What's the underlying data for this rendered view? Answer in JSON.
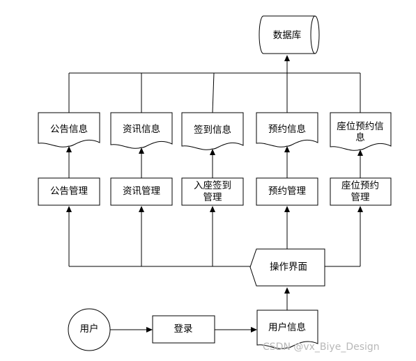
{
  "nodes": {
    "database": "数据库",
    "notice_info": "公告信息",
    "news_info": "资讯信息",
    "checkin_info": "签到信息",
    "booking_info": "预约信息",
    "seat_booking_info": [
      "座位预约信",
      "息"
    ],
    "notice_mgmt": "公告管理",
    "news_mgmt": "资讯管理",
    "checkin_mgmt": [
      "入座签到",
      "管理"
    ],
    "booking_mgmt": "预约管理",
    "seat_booking_mgmt": [
      "座位预约",
      "管理"
    ],
    "operation_ui": "操作界面",
    "user": "用户",
    "login": "登录",
    "user_info": "用户信息"
  },
  "watermark": "CSDN @vx_Biye_Design"
}
